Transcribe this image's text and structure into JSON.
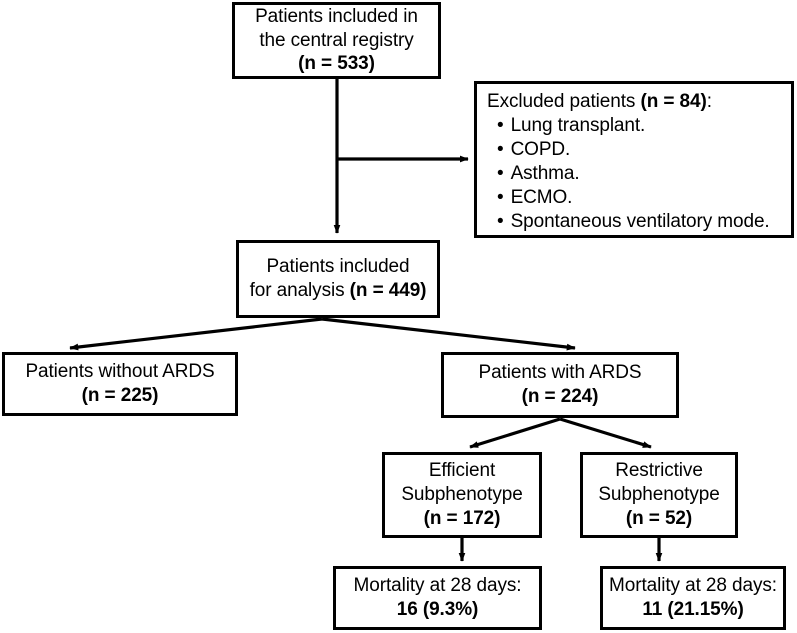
{
  "diagram": {
    "title": "Study population flow diagram",
    "type": "flowchart",
    "stroke_color": "#000000",
    "background_color": "#ffffff",
    "text_color": "#000000"
  },
  "nodes": {
    "registry": {
      "line1": "Patients included in",
      "line2": "the central registry",
      "line3": "(n = 533)",
      "count": 533
    },
    "excluded": {
      "heading_plain": "Excluded patients ",
      "heading_bold": "(n = 84)",
      "heading_tail": ":",
      "count": 84,
      "bullet_marker": "•",
      "items": [
        "Lung transplant.",
        "COPD.",
        "Asthma.",
        "ECMO.",
        "Spontaneous ventilatory mode."
      ]
    },
    "analysis": {
      "line1": "Patients included",
      "line2_plain": "for analysis ",
      "line2_bold": "(n = 449)",
      "count": 449
    },
    "no_ards": {
      "line1": "Patients without ARDS",
      "line2": "(n = 225)",
      "count": 225
    },
    "ards": {
      "line1": "Patients with ARDS",
      "line2": "(n = 224)",
      "count": 224
    },
    "efficient": {
      "line1": "Efficient",
      "line2": "Subphenotype",
      "line3": "(n = 172)",
      "count": 172
    },
    "restrictive": {
      "line1": "Restrictive",
      "line2": "Subphenotype",
      "line3": "(n = 52)",
      "count": 52
    },
    "mortality_efficient": {
      "line1": "Mortality at 28 days:",
      "line2": "16 (9.3%)",
      "deaths": 16,
      "percent": "9.3%"
    },
    "mortality_restrictive": {
      "line1": "Mortality at 28 days:",
      "line2": "11 (21.15%)",
      "deaths": 11,
      "percent": "21.15%"
    }
  },
  "edges": [
    {
      "name": "registry-to-excluded",
      "from": "registry",
      "to": "excluded",
      "arrow": true
    },
    {
      "name": "registry-to-analysis",
      "from": "registry",
      "to": "analysis",
      "arrow": true
    },
    {
      "name": "analysis-to-no-ards",
      "from": "analysis",
      "to": "no_ards",
      "arrow": true
    },
    {
      "name": "analysis-to-ards",
      "from": "analysis",
      "to": "ards",
      "arrow": true
    },
    {
      "name": "ards-to-efficient",
      "from": "ards",
      "to": "efficient",
      "arrow": true
    },
    {
      "name": "ards-to-restrictive",
      "from": "ards",
      "to": "restrictive",
      "arrow": true
    },
    {
      "name": "efficient-to-mortality",
      "from": "efficient",
      "to": "mortality_efficient",
      "arrow": true
    },
    {
      "name": "restrictive-to-mortality",
      "from": "restrictive",
      "to": "mortality_restrictive",
      "arrow": true
    }
  ]
}
